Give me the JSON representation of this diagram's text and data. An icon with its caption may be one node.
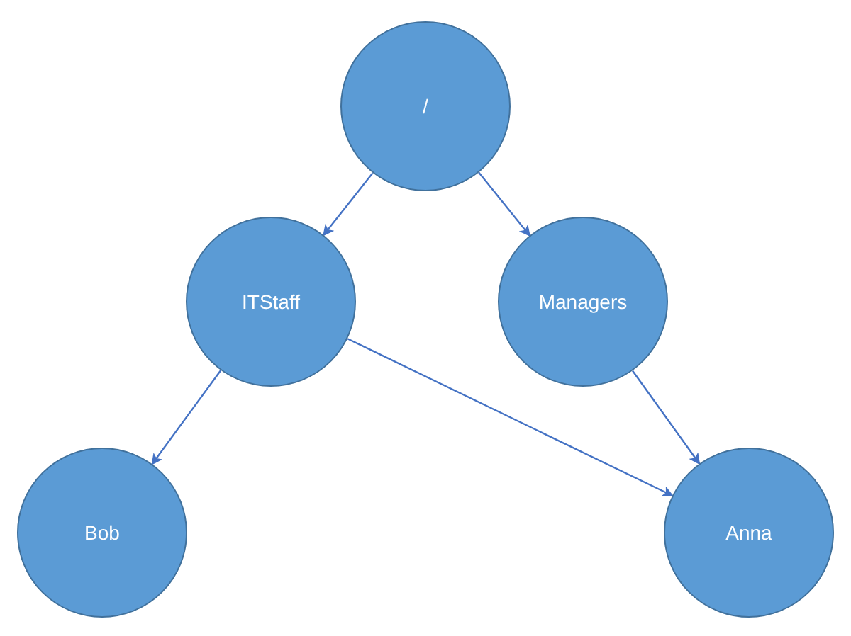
{
  "diagram": {
    "nodes": [
      {
        "text": [
          "/"
        ]
      },
      {
        "text": [
          "ITStaff"
        ]
      },
      {
        "text": [
          "Managers"
        ]
      },
      {
        "text": [
          "Bob"
        ]
      },
      {
        "text": [
          "Anna"
        ]
      }
    ],
    "edges": [
      {
        "from": 0,
        "to": 1,
        "arrow": "to"
      },
      {
        "from": 0,
        "to": 2,
        "arrow": "to"
      },
      {
        "from": 1,
        "to": 3,
        "arrow": "to"
      },
      {
        "from": 1,
        "to": 4,
        "arrow": "to"
      },
      {
        "from": 2,
        "to": 4,
        "arrow": "to"
      }
    ]
  }
}
